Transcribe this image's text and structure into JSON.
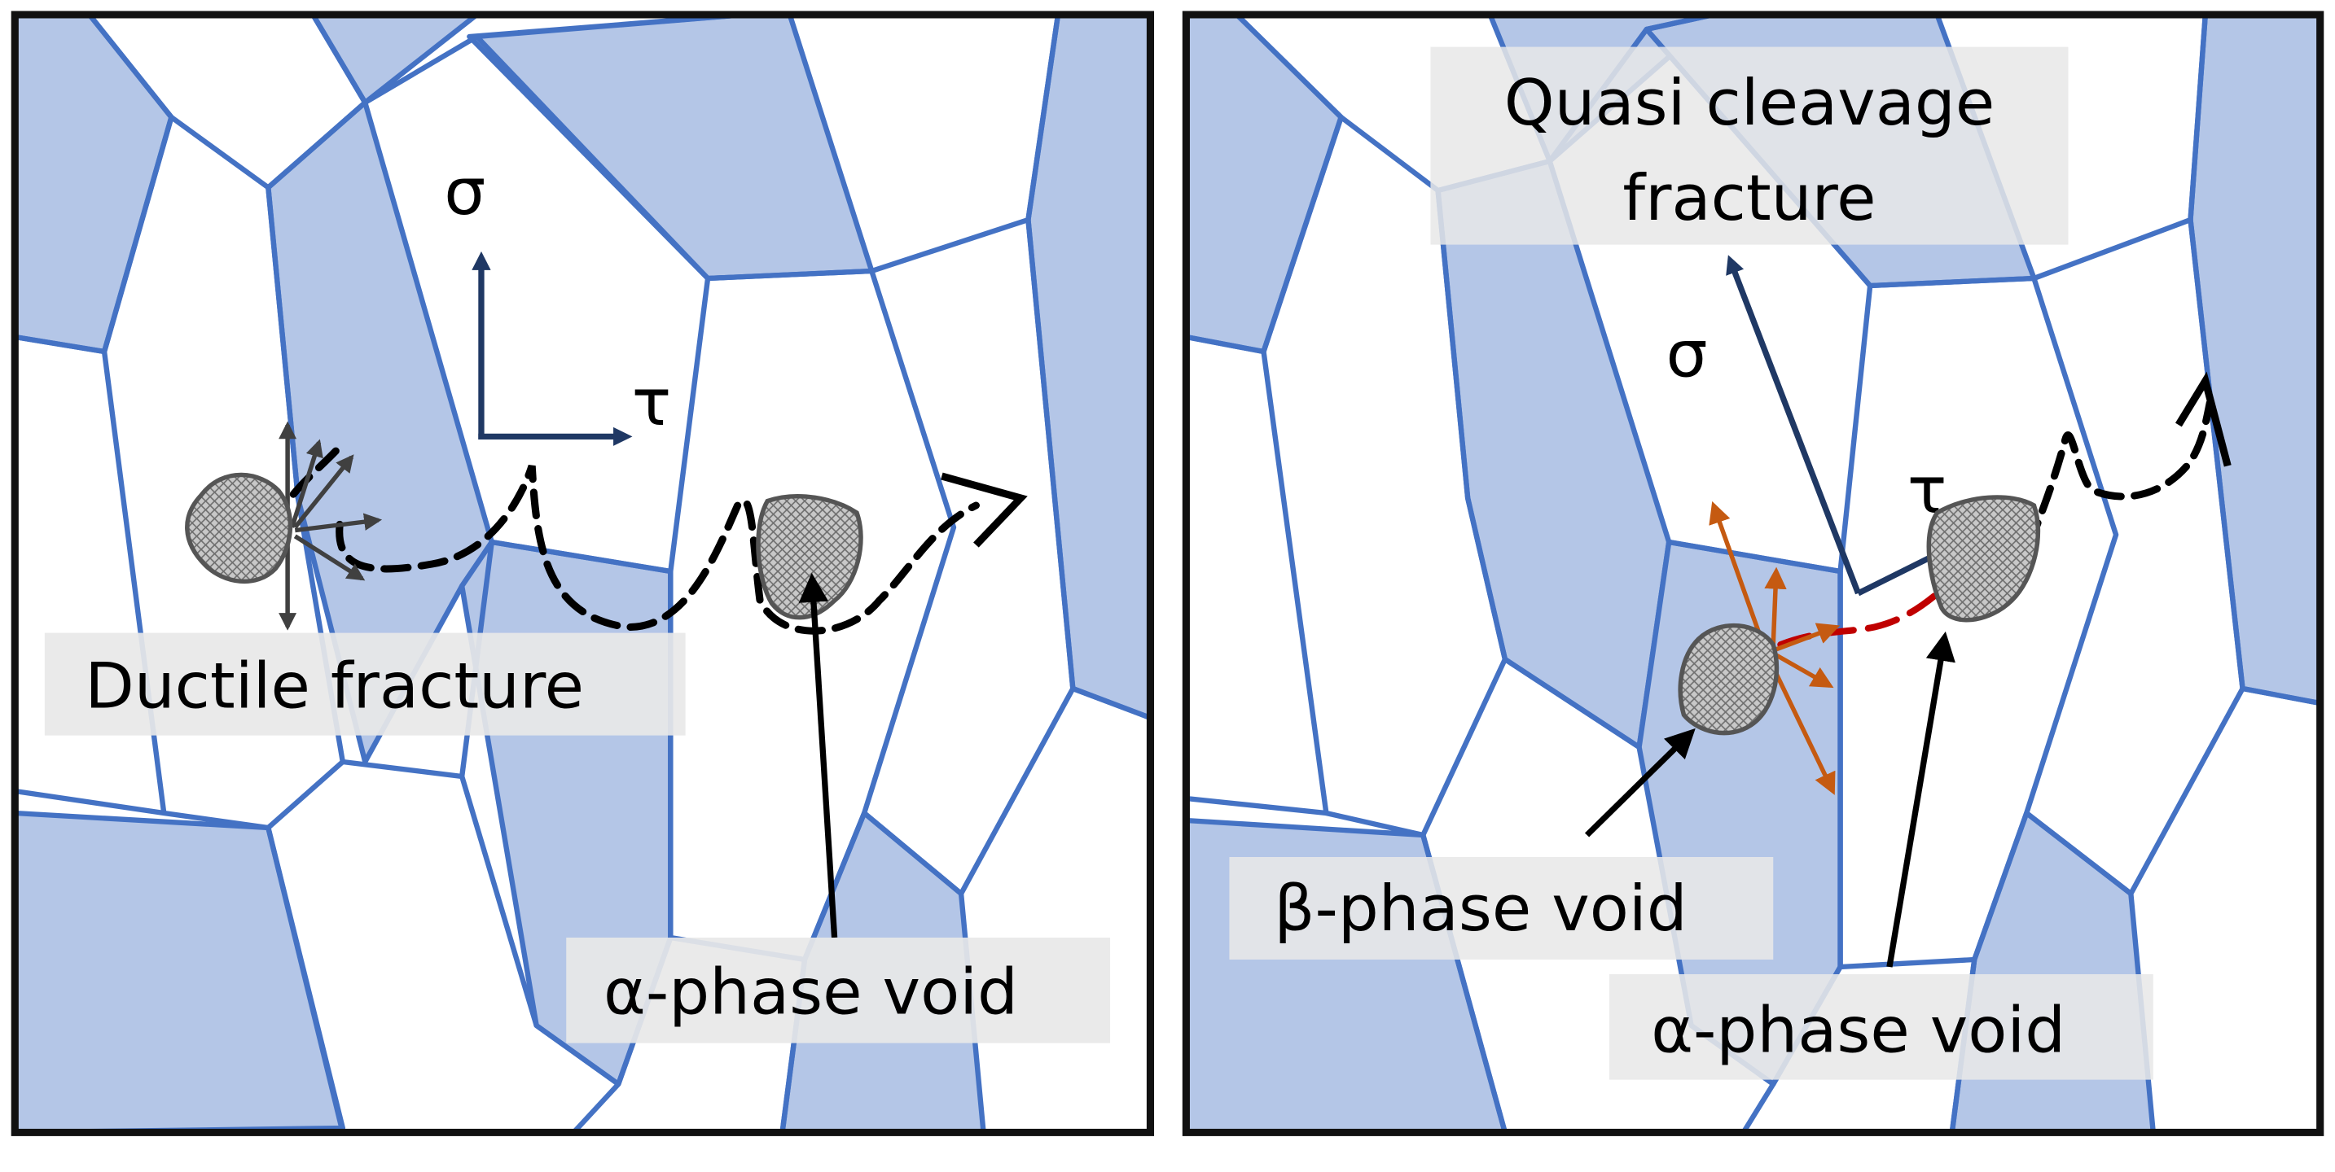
{
  "colors": {
    "grain_fill": "#b4c6e7",
    "grain_boundary": "#4472c4",
    "frame": "#111111",
    "label_bg": "#e8e8e8",
    "stress_arrow": "#1f3864",
    "crack_path": "#000000",
    "slip_arrows_left": "#404040",
    "slip_arrows_right": "#c55a11",
    "crack_red": "#c00000",
    "void_fill": "#b0b0b0"
  },
  "left_panel": {
    "sigma": "σ",
    "tau": "τ",
    "ductile_label": "Ductile fracture",
    "alpha_label": "α-phase void"
  },
  "right_panel": {
    "quasi_label_line1": "Quasi cleavage",
    "quasi_label_line2": "fracture",
    "sigma": "σ",
    "tau": "τ",
    "beta_label": "β-phase void",
    "alpha_label": "α-phase void"
  },
  "icons": {
    "void": "void-particle-icon",
    "arrow": "arrow-icon"
  }
}
